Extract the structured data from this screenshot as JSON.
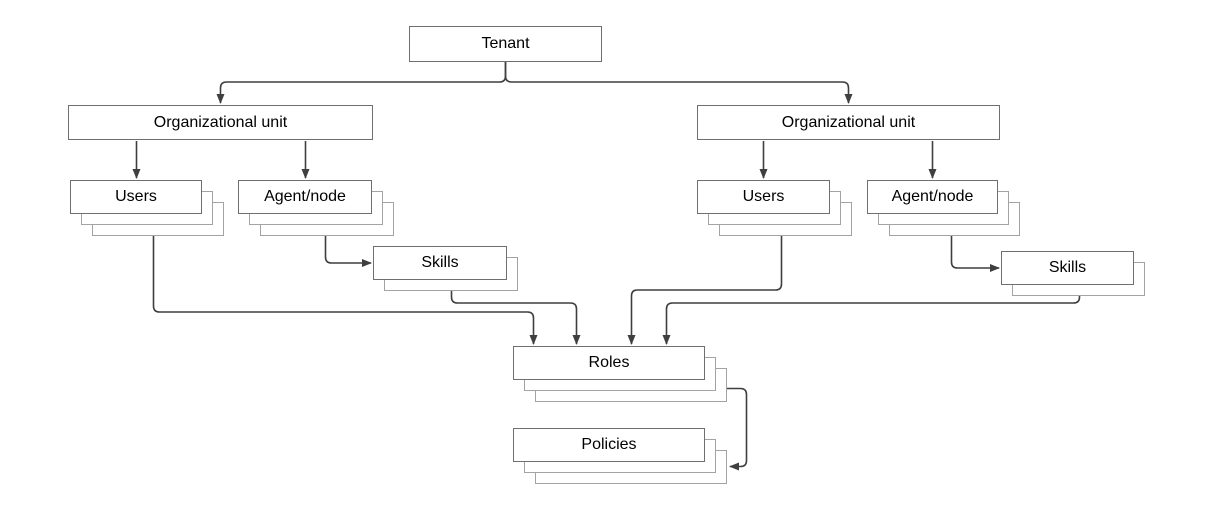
{
  "diagram": {
    "kind": "hierarchy-diagram",
    "background": "#ffffff",
    "colors": {
      "node_fill": "#ffffff",
      "node_border": "#6f6f6f",
      "stack_border": "#a3a3a3",
      "connector": "#3f3f3f",
      "text": "#000000"
    },
    "nodes": {
      "tenant": {
        "label": "Tenant",
        "stacked": false
      },
      "org_unit_left": {
        "label": "Organizational unit",
        "stacked": false
      },
      "org_unit_right": {
        "label": "Organizational unit",
        "stacked": false
      },
      "users_left": {
        "label": "Users",
        "stacked": true
      },
      "agent_node_left": {
        "label": "Agent/node",
        "stacked": true
      },
      "skills_left": {
        "label": "Skills",
        "stacked": true
      },
      "users_right": {
        "label": "Users",
        "stacked": true
      },
      "agent_node_right": {
        "label": "Agent/node",
        "stacked": true
      },
      "skills_right": {
        "label": "Skills",
        "stacked": true
      },
      "roles": {
        "label": "Roles",
        "stacked": true
      },
      "policies": {
        "label": "Policies",
        "stacked": true
      }
    },
    "edges": [
      {
        "from": "tenant",
        "to": "org_unit_left"
      },
      {
        "from": "tenant",
        "to": "org_unit_right"
      },
      {
        "from": "org_unit_left",
        "to": "users_left"
      },
      {
        "from": "org_unit_left",
        "to": "agent_node_left"
      },
      {
        "from": "agent_node_left",
        "to": "skills_left"
      },
      {
        "from": "users_left",
        "to": "roles"
      },
      {
        "from": "skills_left",
        "to": "roles"
      },
      {
        "from": "org_unit_right",
        "to": "users_right"
      },
      {
        "from": "org_unit_right",
        "to": "agent_node_right"
      },
      {
        "from": "agent_node_right",
        "to": "skills_right"
      },
      {
        "from": "users_right",
        "to": "roles"
      },
      {
        "from": "skills_right",
        "to": "roles"
      },
      {
        "from": "roles",
        "to": "policies"
      }
    ]
  }
}
